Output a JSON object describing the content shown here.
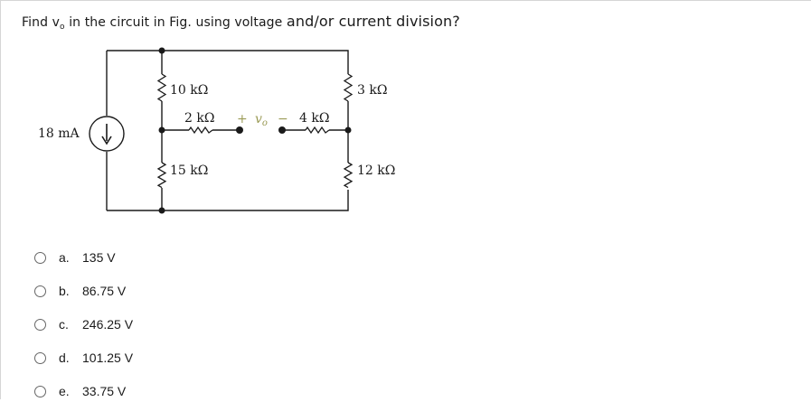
{
  "question": {
    "part1": "Find v",
    "sub": "o",
    "part2": " in the circuit in Fig. using voltage ",
    "part3": "and/or",
    "part4": " current division?"
  },
  "circuit": {
    "source_label": "18 mA",
    "r1_label": "10 kΩ",
    "r2_label": "2 kΩ",
    "r3_label": "4 kΩ",
    "r4_label": "3 kΩ",
    "r5_label": "15 kΩ",
    "r6_label": "12 kΩ",
    "plus": "+",
    "minus": "−",
    "vo_base": "v",
    "vo_sub": "o"
  },
  "options": [
    {
      "letter": "a.",
      "value": "135 V"
    },
    {
      "letter": "b.",
      "value": "86.75 V"
    },
    {
      "letter": "c.",
      "value": "246.25 V"
    },
    {
      "letter": "d.",
      "value": "101.25 V"
    },
    {
      "letter": "e.",
      "value": "33.75 V"
    }
  ]
}
